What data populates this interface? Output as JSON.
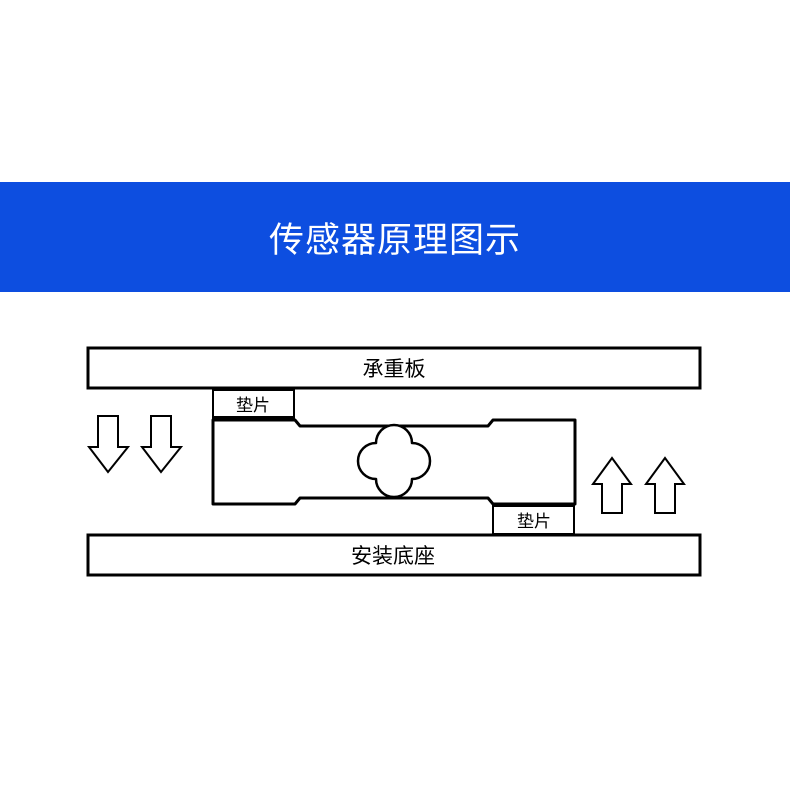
{
  "header": {
    "title": "传感器原理图示",
    "background_color": "#0d4ee0",
    "text_color": "#ffffff"
  },
  "diagram": {
    "top_plate_label": "承重板",
    "base_label": "安装底座",
    "upper_shim_label": "垫片",
    "lower_shim_label": "垫片",
    "down_arrow_count": 2,
    "up_arrow_count": 2,
    "stroke_color": "#000000"
  }
}
